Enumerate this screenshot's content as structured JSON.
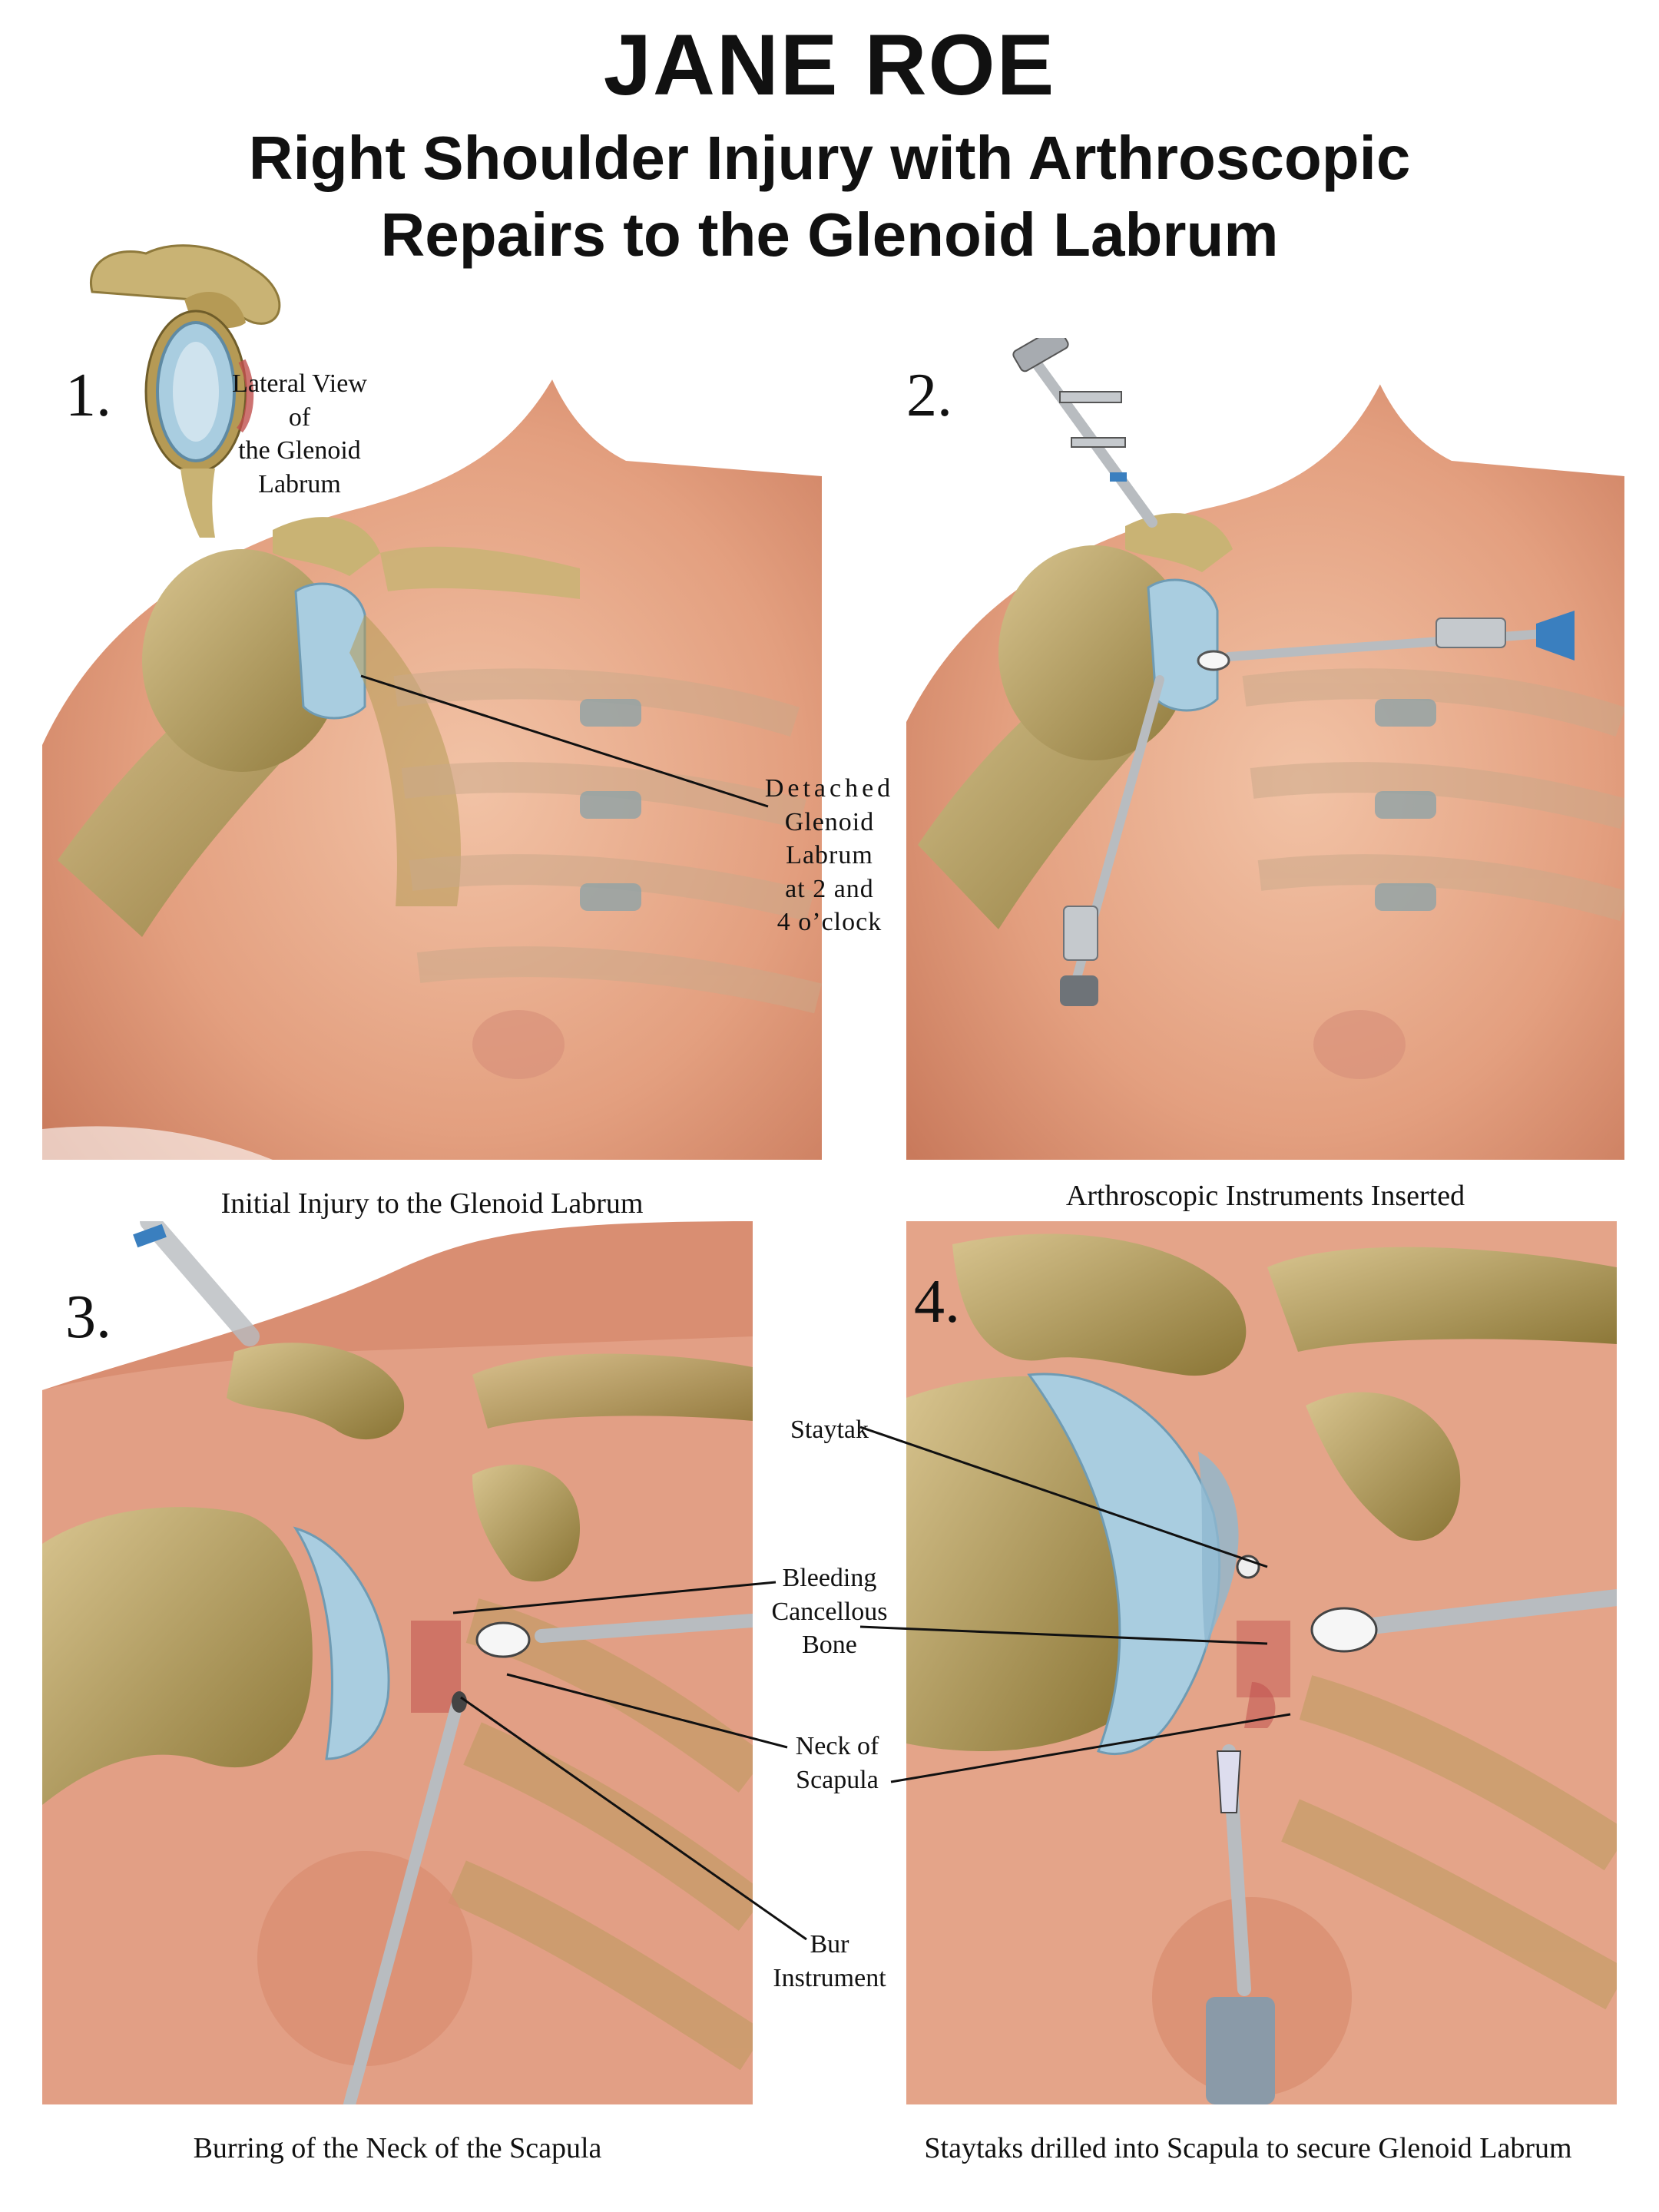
{
  "header": {
    "name": "JANE ROE",
    "subtitle_line1": "Right Shoulder Injury with Arthroscopic",
    "subtitle_line2": "Repairs to the Glenoid Labrum"
  },
  "panels": [
    {
      "number": "1.",
      "caption": "Initial Injury to the Glenoid Labrum",
      "inset_label": [
        "Lateral View of",
        "the Glenoid",
        "Labrum"
      ],
      "labels": [
        {
          "lines": [
            "Detached",
            "Glenoid",
            "Labrum",
            "at 2 and",
            "4 o’clock"
          ]
        }
      ]
    },
    {
      "number": "2.",
      "caption": "Arthroscopic Instruments Inserted"
    },
    {
      "number": "3.",
      "caption": "Burring of the Neck of the Scapula",
      "labels": [
        {
          "lines": [
            "Bleeding",
            "Cancellous",
            "Bone"
          ]
        },
        {
          "lines": [
            "Neck of",
            "Scapula"
          ]
        },
        {
          "lines": [
            "Bur",
            "Instrument"
          ]
        }
      ]
    },
    {
      "number": "4.",
      "caption": "Staytaks drilled into Scapula to secure Glenoid Labrum",
      "labels": [
        {
          "lines": [
            "Staytak"
          ]
        }
      ]
    }
  ],
  "colors": {
    "skin": "#e8a98a",
    "skin_dark": "#c9775a",
    "bone": "#b59a55",
    "bone_light": "#d4c08a",
    "cartilage": "#a9cde0",
    "bleeding": "#c0504d",
    "instrument": "#9ea3a8"
  }
}
